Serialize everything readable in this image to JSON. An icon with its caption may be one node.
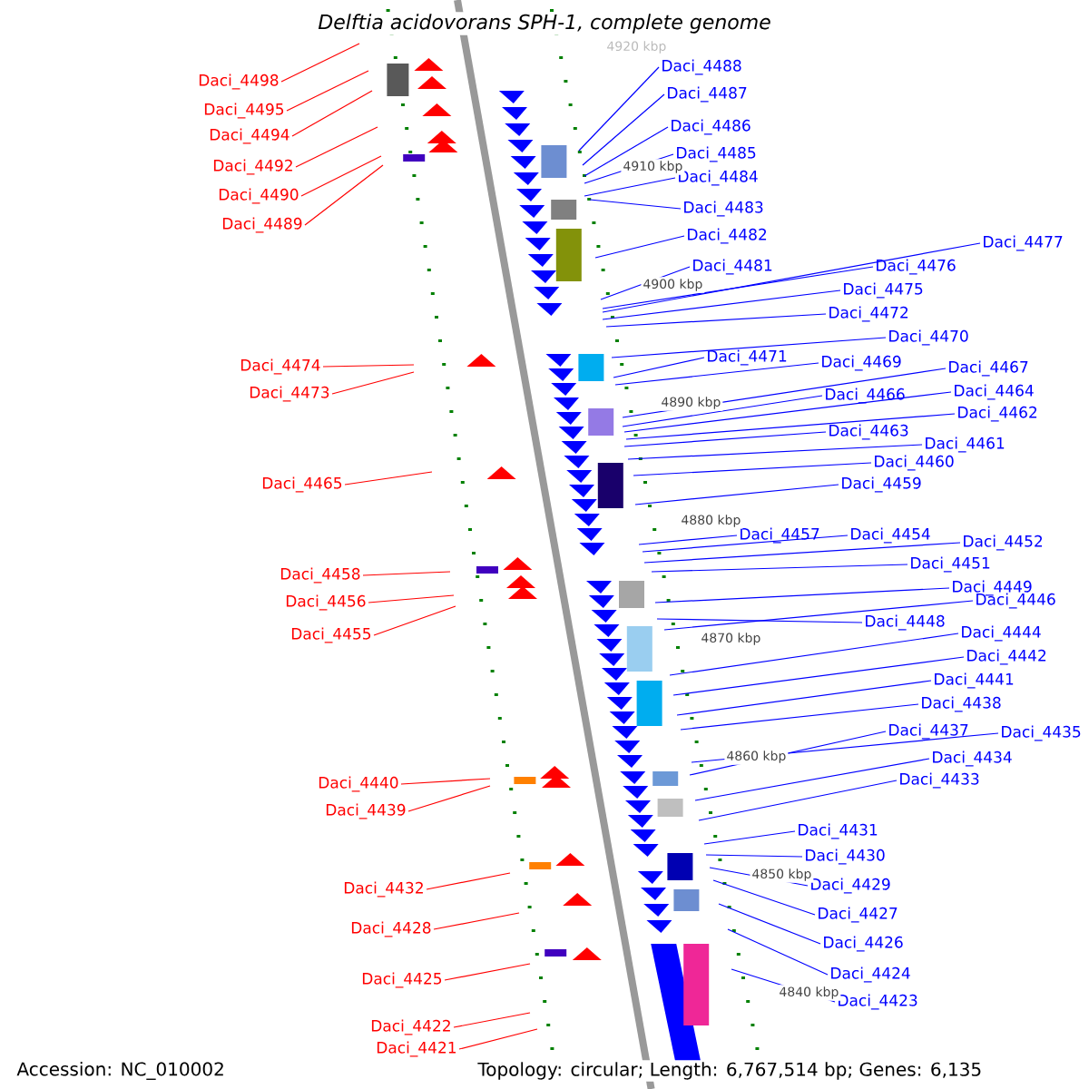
{
  "diagram": {
    "title": "Delftia acidovorans SPH-1, complete genome",
    "nodes": [
      {
        "text": [
          "Daci_4498"
        ]
      },
      {
        "text": [
          "Daci_4495"
        ]
      },
      {
        "text": [
          "Daci_4494"
        ]
      },
      {
        "text": [
          "Daci_4492"
        ]
      },
      {
        "text": [
          "Daci_4490"
        ]
      },
      {
        "text": [
          "Daci_4489"
        ]
      },
      {
        "text": [
          "Daci_4474"
        ]
      },
      {
        "text": [
          "Daci_4473"
        ]
      },
      {
        "text": [
          "Daci_4465"
        ]
      },
      {
        "text": [
          "Daci_4458"
        ]
      },
      {
        "text": [
          "Daci_4456"
        ]
      },
      {
        "text": [
          "Daci_4455"
        ]
      },
      {
        "text": [
          "Daci_4440"
        ]
      },
      {
        "text": [
          "Daci_4439"
        ]
      },
      {
        "text": [
          "Daci_4432"
        ]
      },
      {
        "text": [
          "Daci_4428"
        ]
      },
      {
        "text": [
          "Daci_4425"
        ]
      },
      {
        "text": [
          "Daci_4422"
        ]
      },
      {
        "text": [
          "Daci_4421"
        ]
      },
      {
        "text": [
          "Daci_4488"
        ]
      },
      {
        "text": [
          "Daci_4487"
        ]
      },
      {
        "text": [
          "Daci_4486"
        ]
      },
      {
        "text": [
          "Daci_4485"
        ]
      },
      {
        "text": [
          "Daci_4484"
        ]
      },
      {
        "text": [
          "Daci_4483"
        ]
      },
      {
        "text": [
          "Daci_4482"
        ]
      },
      {
        "text": [
          "Daci_4477"
        ]
      },
      {
        "text": [
          "Daci_4481"
        ]
      },
      {
        "text": [
          "Daci_4476"
        ]
      },
      {
        "text": [
          "Daci_4475"
        ]
      },
      {
        "text": [
          "Daci_4472"
        ]
      },
      {
        "text": [
          "Daci_4470"
        ]
      },
      {
        "text": [
          "Daci_4471"
        ]
      },
      {
        "text": [
          "Daci_4469"
        ]
      },
      {
        "text": [
          "Daci_4467"
        ]
      },
      {
        "text": [
          "Daci_4466"
        ]
      },
      {
        "text": [
          "Daci_4464"
        ]
      },
      {
        "text": [
          "Daci_4463"
        ]
      },
      {
        "text": [
          "Daci_4462"
        ]
      },
      {
        "text": [
          "Daci_4461"
        ]
      },
      {
        "text": [
          "Daci_4460"
        ]
      },
      {
        "text": [
          "Daci_4459"
        ]
      },
      {
        "text": [
          "Daci_4457"
        ]
      },
      {
        "text": [
          "Daci_4454"
        ]
      },
      {
        "text": [
          "Daci_4452"
        ]
      },
      {
        "text": [
          "Daci_4451"
        ]
      },
      {
        "text": [
          "Daci_4449"
        ]
      },
      {
        "text": [
          "Daci_4448"
        ]
      },
      {
        "text": [
          "Daci_4446"
        ]
      },
      {
        "text": [
          "Daci_4444"
        ]
      },
      {
        "text": [
          "Daci_4442"
        ]
      },
      {
        "text": [
          "Daci_4441"
        ]
      },
      {
        "text": [
          "Daci_4438"
        ]
      },
      {
        "text": [
          "Daci_4437"
        ]
      },
      {
        "text": [
          "Daci_4435"
        ]
      },
      {
        "text": [
          "Daci_4434"
        ]
      },
      {
        "text": [
          "Daci_4433"
        ]
      },
      {
        "text": [
          "Daci_4431"
        ]
      },
      {
        "text": [
          "Daci_4430"
        ]
      },
      {
        "text": [
          "Daci_4429"
        ]
      },
      {
        "text": [
          "Daci_4427"
        ]
      },
      {
        "text": [
          "Daci_4426"
        ]
      },
      {
        "text": [
          "Daci_4424"
        ]
      },
      {
        "text": [
          "Daci_4423"
        ]
      }
    ],
    "edges": [
      {
        "from": 0,
        "to": null,
        "arrow": "none",
        "color": "#ff0000"
      },
      {
        "from": 1,
        "to": null,
        "arrow": "none",
        "color": "#ff0000"
      },
      {
        "from": 2,
        "to": null,
        "arrow": "none",
        "color": "#ff0000"
      },
      {
        "from": 3,
        "to": null,
        "arrow": "none",
        "color": "#ff0000"
      },
      {
        "from": 4,
        "to": null,
        "arrow": "none",
        "color": "#ff0000"
      },
      {
        "from": 5,
        "to": null,
        "arrow": "none",
        "color": "#ff0000"
      },
      {
        "from": 6,
        "to": null,
        "arrow": "none",
        "color": "#ff0000"
      },
      {
        "from": 7,
        "to": null,
        "arrow": "none",
        "color": "#ff0000"
      },
      {
        "from": 8,
        "to": null,
        "arrow": "none",
        "color": "#ff0000"
      },
      {
        "from": 9,
        "to": null,
        "arrow": "none",
        "color": "#ff0000"
      },
      {
        "from": 10,
        "to": null,
        "arrow": "none",
        "color": "#ff0000"
      },
      {
        "from": 11,
        "to": null,
        "arrow": "none",
        "color": "#ff0000"
      },
      {
        "from": 12,
        "to": null,
        "arrow": "none",
        "color": "#ff0000"
      },
      {
        "from": 13,
        "to": null,
        "arrow": "none",
        "color": "#ff0000"
      },
      {
        "from": 14,
        "to": null,
        "arrow": "none",
        "color": "#ff0000"
      },
      {
        "from": 15,
        "to": null,
        "arrow": "none",
        "color": "#ff0000"
      },
      {
        "from": 16,
        "to": null,
        "arrow": "none",
        "color": "#ff0000"
      },
      {
        "from": 17,
        "to": null,
        "arrow": "none",
        "color": "#ff0000"
      },
      {
        "from": 18,
        "to": null,
        "arrow": "none",
        "color": "#ff0000"
      },
      {
        "from": 19,
        "to": null,
        "arrow": "none",
        "color": "#0000ff"
      },
      {
        "from": 20,
        "to": null,
        "arrow": "none",
        "color": "#0000ff"
      },
      {
        "from": 21,
        "to": null,
        "arrow": "none",
        "color": "#0000ff"
      },
      {
        "from": 22,
        "to": null,
        "arrow": "none",
        "color": "#0000ff"
      },
      {
        "from": 23,
        "to": null,
        "arrow": "none",
        "color": "#0000ff"
      },
      {
        "from": 24,
        "to": null,
        "arrow": "none",
        "color": "#0000ff"
      },
      {
        "from": 25,
        "to": null,
        "arrow": "none",
        "color": "#0000ff"
      },
      {
        "from": 26,
        "to": null,
        "arrow": "none",
        "color": "#0000ff"
      },
      {
        "from": 27,
        "to": null,
        "arrow": "none",
        "color": "#0000ff"
      },
      {
        "from": 28,
        "to": null,
        "arrow": "none",
        "color": "#0000ff"
      },
      {
        "from": 29,
        "to": null,
        "arrow": "none",
        "color": "#0000ff"
      },
      {
        "from": 30,
        "to": null,
        "arrow": "none",
        "color": "#0000ff"
      },
      {
        "from": 31,
        "to": null,
        "arrow": "none",
        "color": "#0000ff"
      },
      {
        "from": 32,
        "to": null,
        "arrow": "none",
        "color": "#0000ff"
      },
      {
        "from": 33,
        "to": null,
        "arrow": "none",
        "color": "#0000ff"
      },
      {
        "from": 34,
        "to": null,
        "arrow": "none",
        "color": "#0000ff"
      },
      {
        "from": 35,
        "to": null,
        "arrow": "none",
        "color": "#0000ff"
      },
      {
        "from": 36,
        "to": null,
        "arrow": "none",
        "color": "#0000ff"
      },
      {
        "from": 37,
        "to": null,
        "arrow": "none",
        "color": "#0000ff"
      },
      {
        "from": 38,
        "to": null,
        "arrow": "none",
        "color": "#0000ff"
      },
      {
        "from": 39,
        "to": null,
        "arrow": "none",
        "color": "#0000ff"
      },
      {
        "from": 40,
        "to": null,
        "arrow": "none",
        "color": "#0000ff"
      },
      {
        "from": 41,
        "to": null,
        "arrow": "none",
        "color": "#0000ff"
      },
      {
        "from": 42,
        "to": null,
        "arrow": "none",
        "color": "#0000ff"
      },
      {
        "from": 43,
        "to": null,
        "arrow": "none",
        "color": "#0000ff"
      },
      {
        "from": 44,
        "to": null,
        "arrow": "none",
        "color": "#0000ff"
      },
      {
        "from": 45,
        "to": null,
        "arrow": "none",
        "color": "#0000ff"
      },
      {
        "from": 46,
        "to": null,
        "arrow": "none",
        "color": "#0000ff"
      },
      {
        "from": 47,
        "to": null,
        "arrow": "none",
        "color": "#0000ff"
      },
      {
        "from": 48,
        "to": null,
        "arrow": "none",
        "color": "#0000ff"
      },
      {
        "from": 49,
        "to": null,
        "arrow": "none",
        "color": "#0000ff"
      },
      {
        "from": 50,
        "to": null,
        "arrow": "none",
        "color": "#0000ff"
      },
      {
        "from": 51,
        "to": null,
        "arrow": "none",
        "color": "#0000ff"
      },
      {
        "from": 52,
        "to": null,
        "arrow": "none",
        "color": "#0000ff"
      },
      {
        "from": 53,
        "to": null,
        "arrow": "none",
        "color": "#0000ff"
      },
      {
        "from": 54,
        "to": null,
        "arrow": "none",
        "color": "#0000ff"
      },
      {
        "from": 55,
        "to": null,
        "arrow": "none",
        "color": "#0000ff"
      },
      {
        "from": 56,
        "to": null,
        "arrow": "none",
        "color": "#0000ff"
      },
      {
        "from": 57,
        "to": null,
        "arrow": "none",
        "color": "#0000ff"
      },
      {
        "from": 58,
        "to": null,
        "arrow": "none",
        "color": "#0000ff"
      },
      {
        "from": 59,
        "to": null,
        "arrow": "none",
        "color": "#0000ff"
      },
      {
        "from": 60,
        "to": null,
        "arrow": "none",
        "color": "#0000ff"
      },
      {
        "from": 61,
        "to": null,
        "arrow": "none",
        "color": "#0000ff"
      },
      {
        "from": 62,
        "to": null,
        "arrow": "none",
        "color": "#0000ff"
      },
      {
        "from": 63,
        "to": null,
        "arrow": "none",
        "color": "#0000ff"
      }
    ],
    "labels": [
      "4920 kbp",
      "4910 kbp",
      "4900 kbp",
      "4890 kbp",
      "4880 kbp",
      "4870 kbp",
      "4860 kbp",
      "4850 kbp",
      "4840 kbp",
      "Accession: NC_010002",
      "Topology: circular; Length: 6,767,514 bp; Genes: 6,135"
    ]
  }
}
